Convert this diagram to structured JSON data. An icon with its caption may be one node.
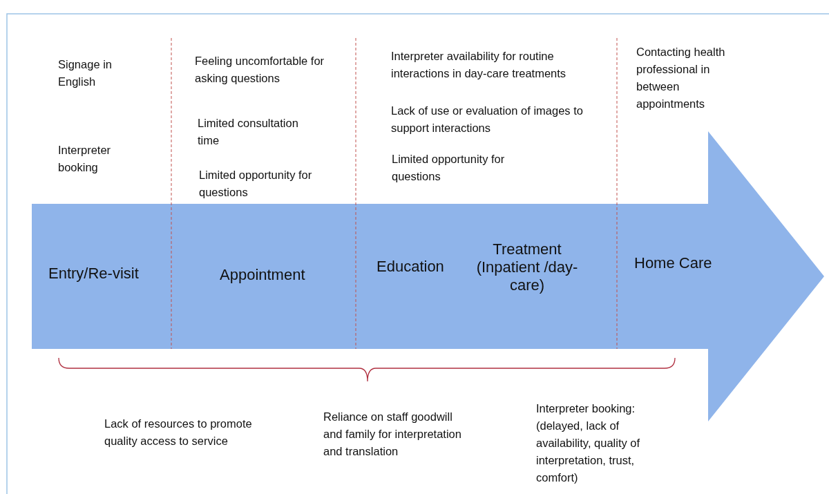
{
  "diagram": {
    "labels": [
      "Signage in English",
      "Interpreter booking",
      "Feeling uncomfortable for asking questions",
      "Limited consultation time",
      "Limited opportunity for questions",
      "Interpreter availability for routine interactions in day-care treatments",
      "Lack of use or evaluation of images to support interactions",
      "Limited opportunity for questions",
      "Contacting health professional in between appointments",
      "Entry/Re-visit",
      "Appointment",
      "Education",
      "Treatment (Inpatient /day-care)",
      "Home Care",
      "Lack of resources to promote quality access to service",
      "Reliance on staff goodwill and family for interpretation and translation",
      "Interpreter booking: (delayed, lack of availability, quality of interpretation, trust, comfort)"
    ]
  }
}
